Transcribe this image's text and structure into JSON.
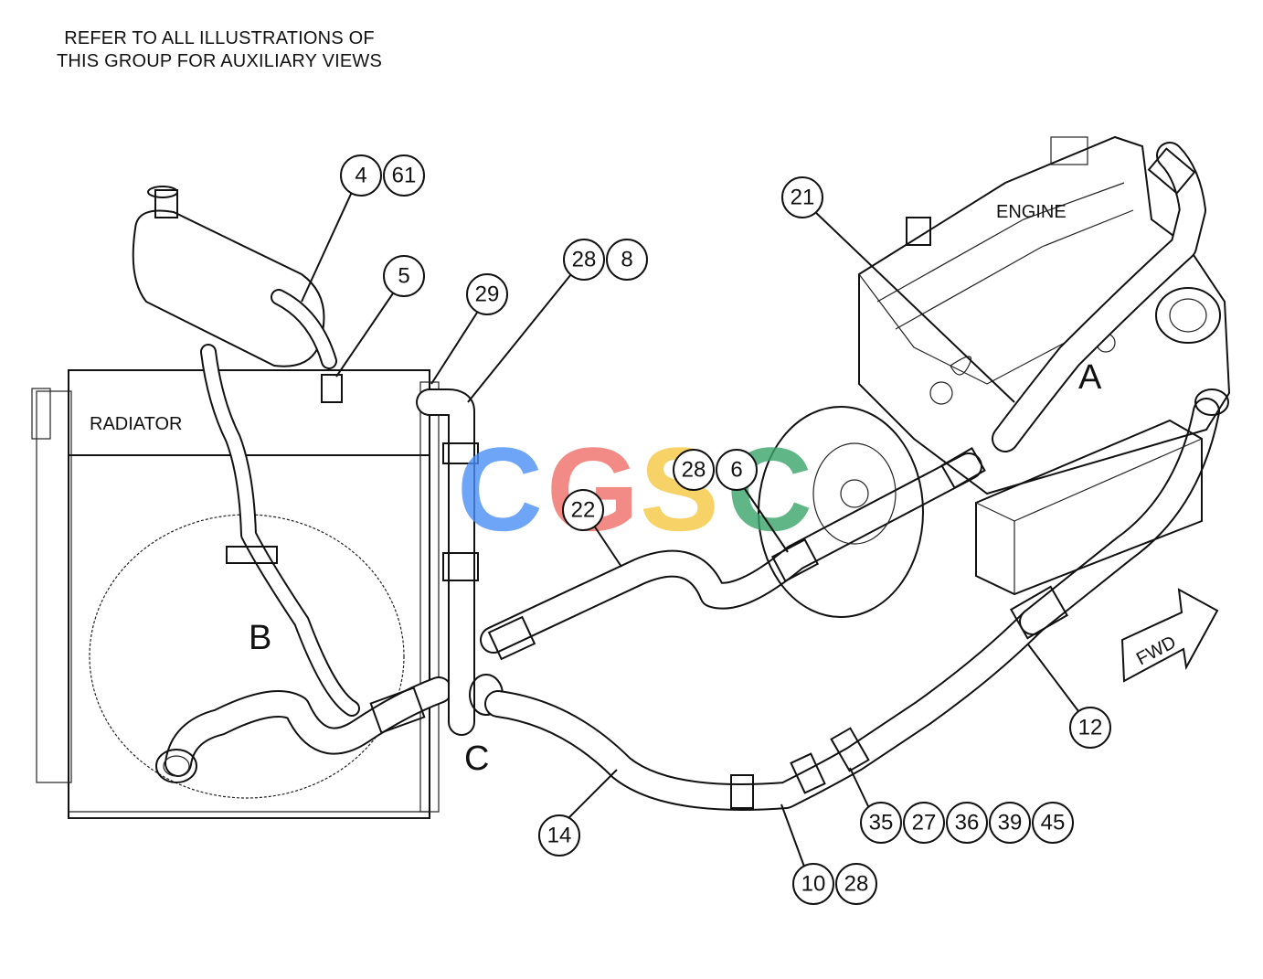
{
  "note": {
    "line1": "REFER TO ALL ILLUSTRATIONS OF",
    "line2": "THIS GROUP FOR AUXILIARY VIEWS"
  },
  "labels": {
    "radiator": "RADIATOR",
    "engine": "ENGINE",
    "view_a": "A",
    "view_b": "B",
    "view_c": "C",
    "fwd": "FWD"
  },
  "watermark": {
    "letters": [
      "C",
      "G",
      "S",
      "C"
    ],
    "colors": [
      "#4a8ff5",
      "#ef6f68",
      "#f5c842",
      "#3aa56b"
    ]
  },
  "callouts": [
    {
      "id": "callout-4",
      "text": "4"
    },
    {
      "id": "callout-61",
      "text": "61"
    },
    {
      "id": "callout-5",
      "text": "5"
    },
    {
      "id": "callout-29",
      "text": "29"
    },
    {
      "id": "callout-28-top",
      "text": "28"
    },
    {
      "id": "callout-8",
      "text": "8"
    },
    {
      "id": "callout-21",
      "text": "21"
    },
    {
      "id": "callout-28-mid",
      "text": "28"
    },
    {
      "id": "callout-6",
      "text": "6"
    },
    {
      "id": "callout-22",
      "text": "22"
    },
    {
      "id": "callout-12",
      "text": "12"
    },
    {
      "id": "callout-14",
      "text": "14"
    },
    {
      "id": "callout-35",
      "text": "35"
    },
    {
      "id": "callout-27",
      "text": "27"
    },
    {
      "id": "callout-36",
      "text": "36"
    },
    {
      "id": "callout-39",
      "text": "39"
    },
    {
      "id": "callout-45",
      "text": "45"
    },
    {
      "id": "callout-10",
      "text": "10"
    },
    {
      "id": "callout-28-bot",
      "text": "28"
    }
  ]
}
